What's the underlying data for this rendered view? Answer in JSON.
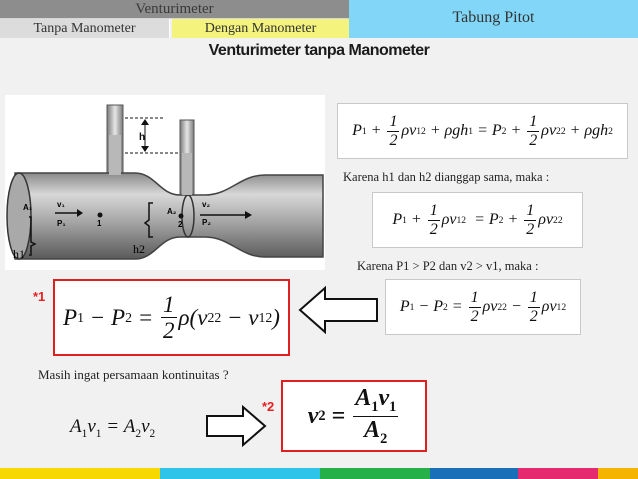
{
  "header": {
    "venturimeter_tab": "Venturimeter",
    "pitot_tab": "Tabung Pitot",
    "tanpa_tab": "Tanpa Manometer",
    "dengan_tab": "Dengan Manometer"
  },
  "page_title": "Venturimeter tanpa Manometer",
  "diagram": {
    "h_label": "h",
    "a1": "A₁",
    "v1": "v₁",
    "p1": "P₁",
    "point1": "1",
    "a2": "A₂",
    "v2": "v₂",
    "p2": "P₂",
    "point2": "2",
    "h1": "h1",
    "h2": "h2"
  },
  "notes": {
    "same_h": "Karena h1 dan h2 dianggap sama, maka :",
    "p_greater": "Karena P1 > P2 dan v2 > v1, maka :",
    "continuity": "Masih ingat persamaan kontinuitas ?"
  },
  "stars": {
    "one": "*1",
    "two": "*2"
  },
  "colors": {
    "header_gray": "#8d8d8d",
    "pitot_blue": "#82d6f7",
    "tab_yellow": "#f3f37e",
    "box_border": "#e02020",
    "bar_colors": [
      "#f7d800",
      "#2ec4ea",
      "#26b04a",
      "#1a70b8",
      "#e62a70",
      "#f4b400"
    ]
  }
}
